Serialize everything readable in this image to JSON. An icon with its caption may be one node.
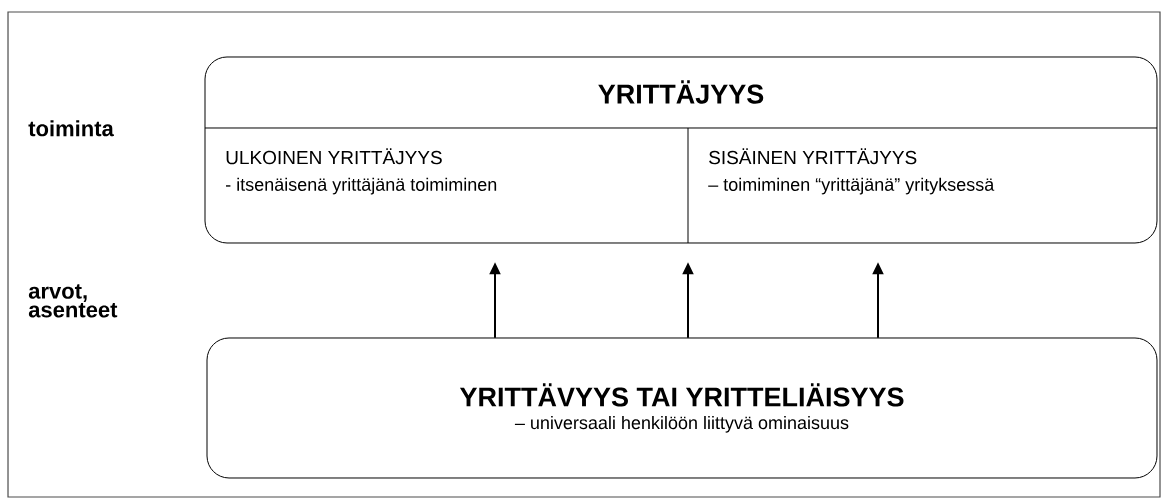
{
  "diagram": {
    "nodes": [
      {
        "text": [
          "YRITTÄJYYS"
        ]
      },
      {
        "text": [
          "ULKOINEN YRITTÄJYYS",
          "- itsenäisenä yrittäjänä toimiminen"
        ],
        "in": 0
      },
      {
        "text": [
          "SISÄINEN YRITTÄJYYS",
          "– toimiminen “yrittäjänä” yrityksessä"
        ],
        "in": 0
      },
      {
        "text": [
          "YRITTÄVYYS TAI YRITTELIÄISYYS",
          "– universaali henkilöön liittyvä ominaisuus"
        ]
      }
    ],
    "edges": [
      {
        "from": 3,
        "to": 1,
        "arrow": "to"
      },
      {
        "from": 3,
        "to": 0,
        "arrow": "to"
      },
      {
        "from": 3,
        "to": 2,
        "arrow": "to"
      }
    ],
    "labels": [
      "toiminta",
      "arvot, asenteet"
    ]
  }
}
